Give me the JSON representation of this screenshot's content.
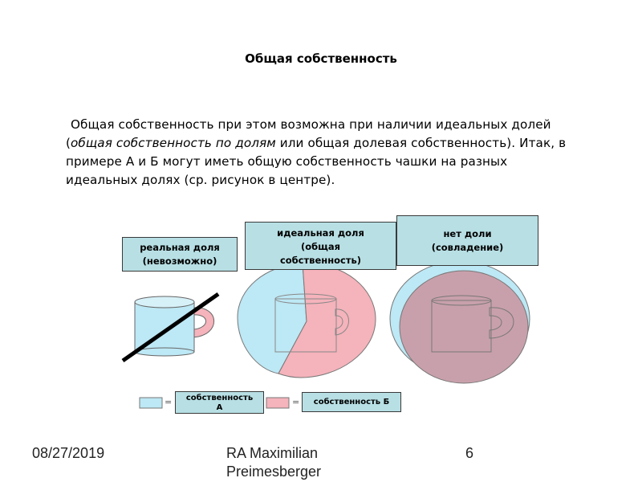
{
  "slide": {
    "title": "Общая собственность",
    "paragraph": {
      "part1": "Общая собственность при этом возможна при наличии идеальных долей (",
      "italic": "общая собственность по долям",
      "part2": " или общая долевая собственность). Итак, в примере А и Б могут иметь общую собственность чашки на разных идеальных долях (ср. рисунок в центре)."
    }
  },
  "figure": {
    "label_real": {
      "line1": "реальная доля",
      "line2": "(невозможно)"
    },
    "label_ideal": {
      "line1": "идеальная доля",
      "line2": "(общая",
      "line3": "собственность)"
    },
    "label_none": {
      "line1": "нет доли",
      "line2": "(совладение)"
    },
    "legend": {
      "owner_a": {
        "line1": "собственность",
        "line2": "А"
      },
      "owner_b": "собственность Б",
      "equals": "="
    },
    "colors": {
      "owner_a": "#bde8f5",
      "owner_b": "#f5b3bb",
      "overlap": "#c8a0ab",
      "label_box": "#b7dfe4"
    }
  },
  "footer": {
    "date": "08/27/2019",
    "author_line1": "RA Maximilian",
    "author_line2": "Preimesberger",
    "page_number": "6"
  }
}
